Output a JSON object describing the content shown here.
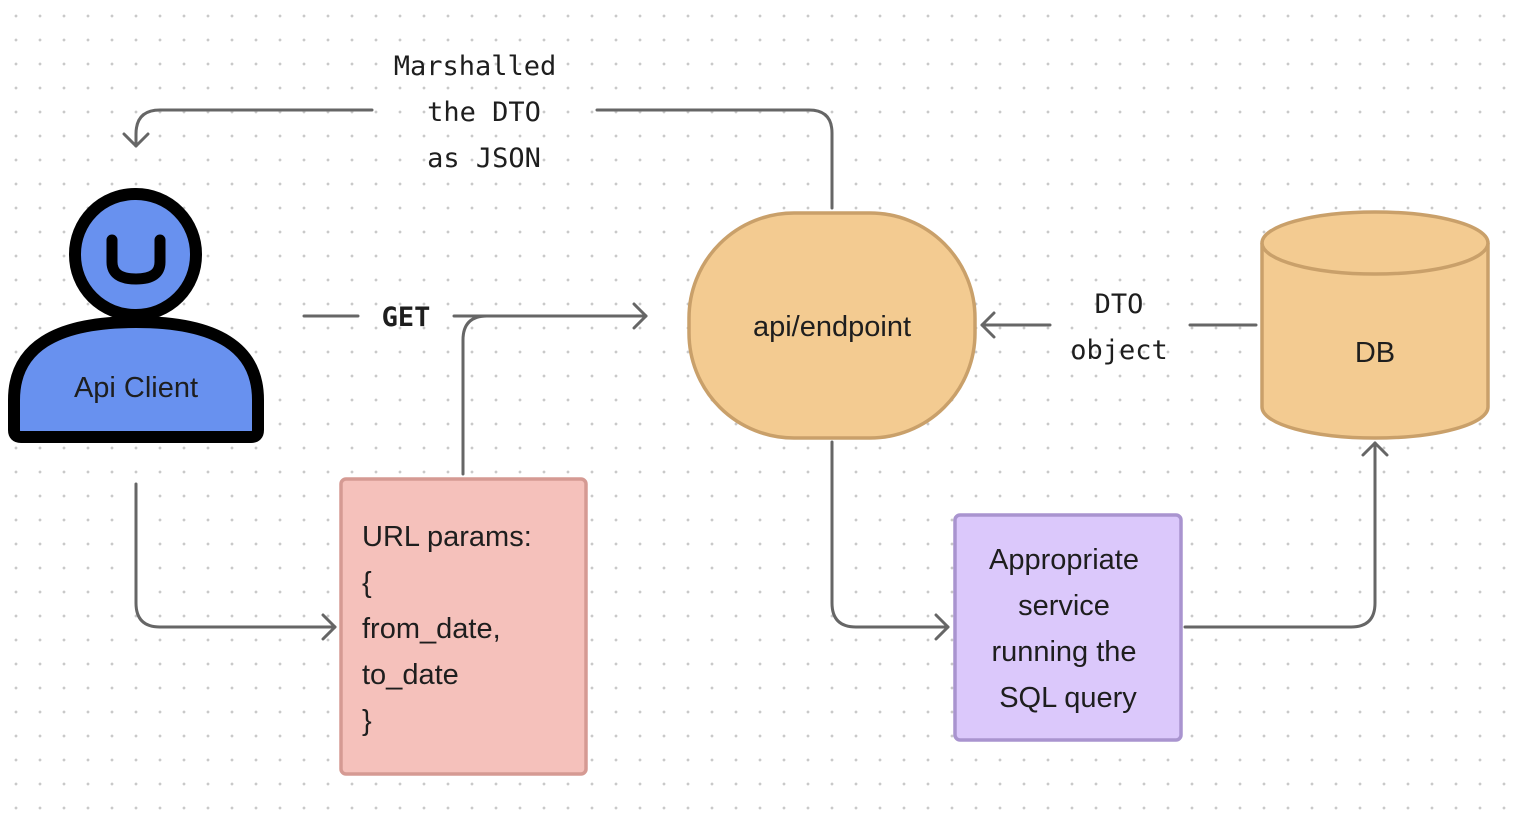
{
  "nodes": {
    "api_client": {
      "label": "Api Client",
      "fill": "#6891ef",
      "stroke": "#000000"
    },
    "url_params": {
      "lines": [
        "URL params:",
        "{",
        "from_date,",
        "to_date",
        "}"
      ],
      "fill": "#f5c1bb",
      "stroke": "#d59a93"
    },
    "endpoint": {
      "label": "api/endpoint",
      "fill": "#f3cb91",
      "stroke": "#c9a06a"
    },
    "db": {
      "label": "DB",
      "fill": "#f3cb91",
      "stroke": "#c9a06a"
    },
    "service": {
      "lines": [
        "Appropriate",
        "service",
        "running the",
        "SQL query"
      ],
      "fill": "#dbc8fb",
      "stroke": "#a994cf"
    }
  },
  "edges": {
    "get_label": "GET",
    "response_label": [
      "Marshalled",
      "the DTO",
      "as JSON"
    ],
    "dto_label": [
      "DTO",
      "object"
    ],
    "color": "#666666"
  }
}
